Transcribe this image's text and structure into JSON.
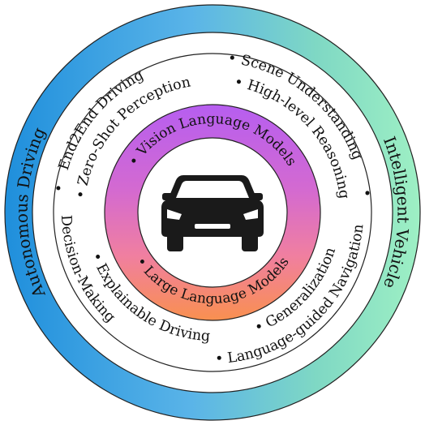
{
  "outer_ring": {
    "left_label": "Autonomous Driving",
    "right_label": "Intelligent Vehicle",
    "gradient_colors": [
      "#1f8fdc",
      "#5ab4e8",
      "#7fd8c4",
      "#9ef0c4"
    ]
  },
  "middle_ring": {
    "outer_track": {
      "top_left": "End2End Driving",
      "top_right": "• Scene Understanding",
      "bottom_left": "• Decision-Making",
      "bottom_right": "• Language-guided Navigation"
    },
    "inner_track": {
      "top_left": "• Zero-Shot Perception",
      "top_right": "• High-level Reasoning",
      "bottom_left": "• Explainable Driving",
      "bottom_right": "• Generalization"
    },
    "bullet_marks": [
      "•",
      "•"
    ]
  },
  "core_ring": {
    "top_label": "• Vision Language Models",
    "bottom_label": "• Large Language Models",
    "gradient_colors": [
      "#b65ef0",
      "#d46ad0",
      "#f07fa0",
      "#f99050"
    ]
  },
  "center": {
    "icon": "car-icon"
  }
}
